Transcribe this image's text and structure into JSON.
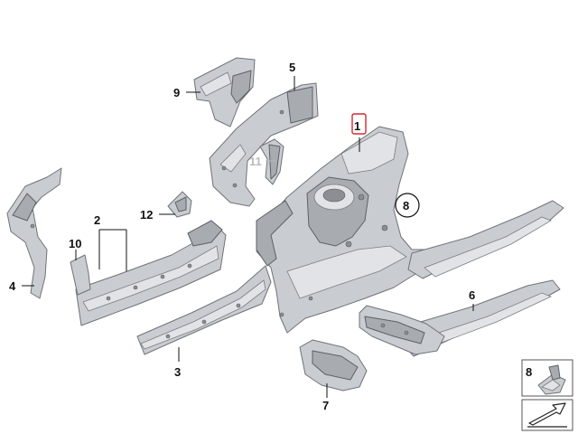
{
  "callouts": {
    "p1": "1",
    "p2": "2",
    "p3": "3",
    "p4": "4",
    "p5": "5",
    "p6": "6",
    "p7": "7",
    "p8": "8",
    "p9": "9",
    "p10": "10",
    "p11": "11",
    "p12": "12"
  },
  "legend": {
    "p8": "8"
  },
  "colors": {
    "selected": "#d8262c",
    "metal": "#c9ccd0",
    "faded": "#b9bcc0"
  },
  "icons": [
    "arrow-icon"
  ]
}
